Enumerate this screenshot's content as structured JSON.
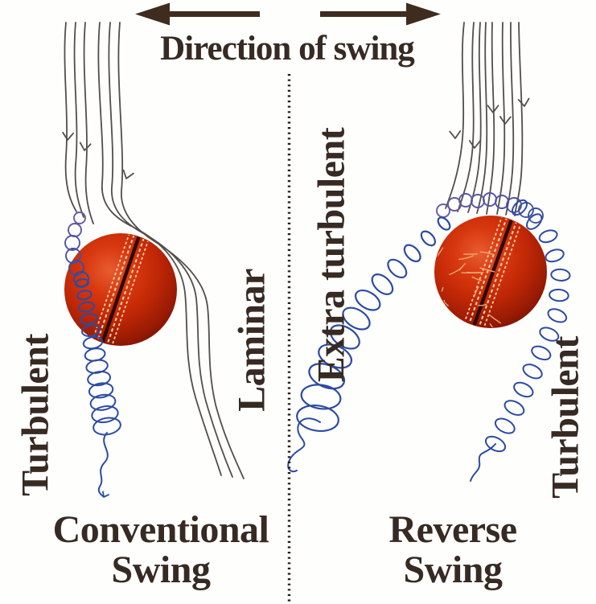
{
  "header": {
    "title": "Direction of swing",
    "left_arrow_icon": "arrow-left",
    "right_arrow_icon": "arrow-right"
  },
  "panels": {
    "left": {
      "side_label_left": "Turbulent",
      "side_label_right": "Laminar",
      "caption_line1": "Conventional",
      "caption_line2": "Swing"
    },
    "right": {
      "side_label_left": "Extra turbulent",
      "side_label_right": "Turbulent",
      "caption_line1": "Reverse",
      "caption_line2": "Swing"
    }
  },
  "colors": {
    "background": "#fefefd",
    "text": "#362a23",
    "arrow": "#3f2c1f",
    "streamline": "#524e4b",
    "coil_blue": "#2c4ba2",
    "curl_purple": "#6b5b9f",
    "divider": "#241a12",
    "ball_highlight": "#e85c31",
    "ball_mid": "#c02706",
    "ball_dark": "#6f1001",
    "seam": "#2d0a03",
    "stitch": "#f6cfa2",
    "scuff": "#efae77"
  }
}
